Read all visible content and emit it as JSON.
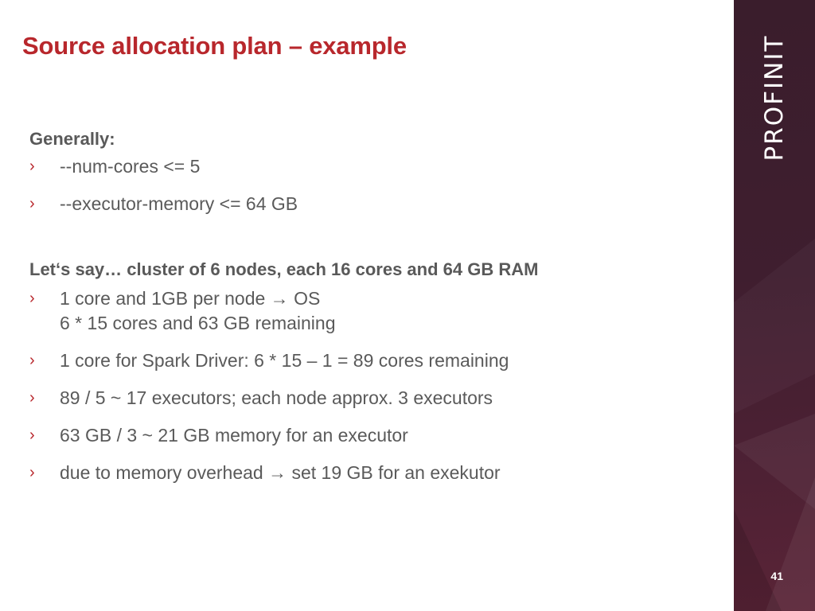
{
  "slide": {
    "title": "Source allocation plan – example",
    "bullet_marker": "›",
    "sections": [
      {
        "heading": "Generally:",
        "bullets": [
          [
            "--num-cores <= 5"
          ],
          [
            "--executor-memory <= 64 GB"
          ]
        ]
      },
      {
        "heading": "Let‘s say… cluster of 6 nodes, each 16 cores and 64 GB RAM",
        "bullets": [
          [
            "1 core and 1GB per node → OS",
            "6 * 15 cores and 63 GB remaining"
          ],
          [
            "1 core for Spark Driver: 6 * 15 – 1 = 89 cores remaining"
          ],
          [
            "89 / 5 ~ 17 executors; each node approx. 3 executors"
          ],
          [
            "63 GB / 3 ~ 21 GB memory for an executor"
          ],
          [
            "due to memory overhead → set 19 GB for an exekutor"
          ]
        ]
      }
    ],
    "brand": "PROFINIT",
    "page_number": "41"
  },
  "colors": {
    "accent": "#b8272c",
    "body_text": "#5a5a5a",
    "band_dark": "#3a1d2c",
    "band_light": "#5a2437"
  }
}
